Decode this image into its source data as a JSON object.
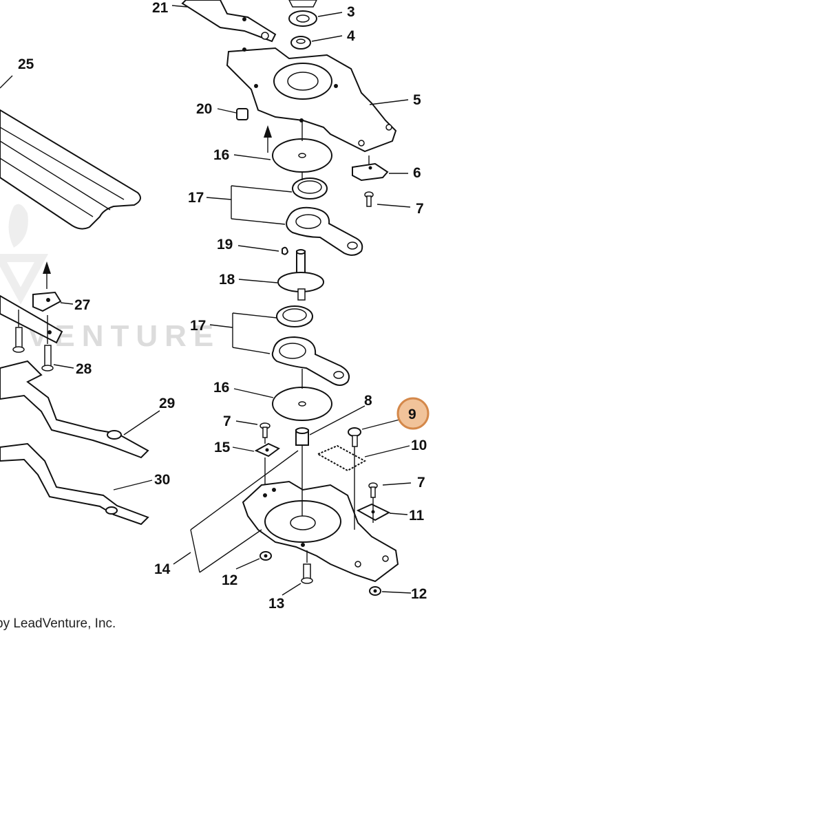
{
  "diagram": {
    "watermark_text": "VENTURE",
    "copyright": "by LeadVenture, Inc.",
    "highlighted_part": "9",
    "highlight_color": "#f1c39a",
    "callouts": {
      "p21": "21",
      "p3": "3",
      "p4": "4",
      "p25": "25",
      "p5": "5",
      "p20": "20",
      "p16a": "16",
      "p6": "6",
      "p17a": "17",
      "p7a": "7",
      "p19": "19",
      "p18": "18",
      "p27": "27",
      "p17b": "17",
      "p28": "28",
      "p29": "29",
      "p16b": "16",
      "p8": "8",
      "p9": "9",
      "p7b": "7",
      "p15": "15",
      "p10": "10",
      "p7c": "7",
      "p30": "30",
      "p11": "11",
      "p14": "14",
      "p12a": "12",
      "p13": "13",
      "p12b": "12"
    }
  }
}
